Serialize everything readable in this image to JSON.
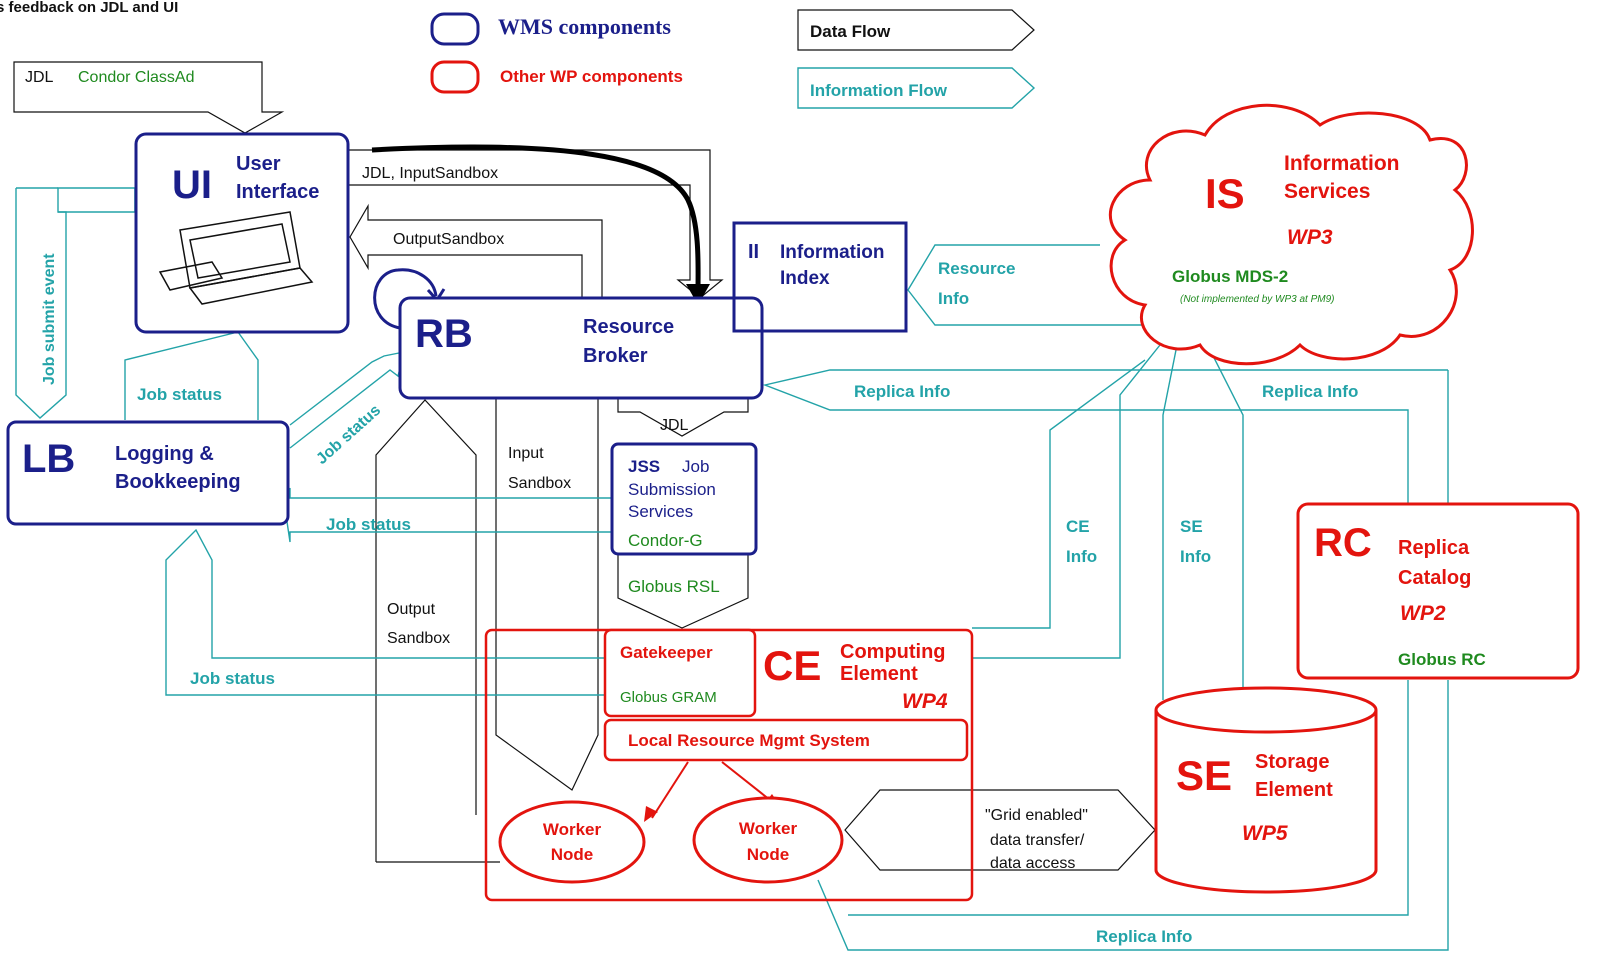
{
  "header_text": "s feedback on JDL and UI",
  "legend": {
    "wms": "WMS components",
    "other_wp": "Other WP components",
    "data_flow": "Data Flow",
    "information_flow": "Information Flow"
  },
  "jdl_box": {
    "jdl": "JDL",
    "classad": "Condor ClassAd"
  },
  "ui": {
    "abbr": "UI",
    "line1": "User",
    "line2": "Interface"
  },
  "rb": {
    "abbr": "RB",
    "line1": "Resource",
    "line2": "Broker"
  },
  "ii": {
    "abbr": "II",
    "line1": "Information",
    "line2": "Index"
  },
  "lb": {
    "abbr": "LB",
    "line1": "Logging &",
    "line2": "Bookkeeping"
  },
  "jss": {
    "abbr": "JSS",
    "line1": "Job",
    "line2": "Submission",
    "line3": "Services",
    "condor": "Condor-G"
  },
  "is": {
    "abbr": "IS",
    "line1": "Information",
    "line2": "Services",
    "wp": "WP3",
    "globus": "Globus MDS-2",
    "note": "(Not implemented by WP3 at PM9)"
  },
  "rc": {
    "abbr": "RC",
    "line1": "Replica",
    "line2": "Catalog",
    "wp": "WP2",
    "globus": "Globus RC"
  },
  "ce": {
    "abbr": "CE",
    "line1": "Computing",
    "line2": "Element",
    "wp": "WP4",
    "gatekeeper": "Gatekeeper",
    "gram": "Globus GRAM",
    "lrms": "Local Resource Mgmt System"
  },
  "se": {
    "abbr": "SE",
    "line1": "Storage",
    "line2": "Element",
    "wp": "WP5"
  },
  "worker1": {
    "line1": "Worker",
    "line2": "Node"
  },
  "worker2": {
    "line1": "Worker",
    "line2": "Node"
  },
  "labels": {
    "jdl_inputsandbox": "JDL, InputSandbox",
    "outputsandbox": "OutputSandbox",
    "job_submit_event": "Job submit event",
    "job_status_ui": "Job status",
    "job_status_diag": "Job status",
    "job_status_jss": "Job status",
    "job_status_ce": "Job status",
    "resource": "Resource",
    "info": "Info",
    "replica_info_rb": "Replica Info",
    "replica_info_rc": "Replica Info",
    "replica_info_bottom": "Replica Info",
    "jdl_rb": "JDL",
    "input": "Input",
    "sandbox": "Sandbox",
    "output": "Output",
    "sandbox2": "Sandbox",
    "globus_rsl": "Globus RSL",
    "ce_info1": "CE",
    "ce_info2": "Info",
    "se_info1": "SE",
    "se_info2": "Info",
    "grid1": "\"Grid enabled\"",
    "grid2": "data transfer/",
    "grid3": "data access"
  },
  "colors": {
    "wms_blue": "#1b1f8a",
    "other_red": "#e3140e",
    "info_cyan": "#23a3a8",
    "globus_green": "#1f8a1f",
    "data_black": "#111111"
  }
}
